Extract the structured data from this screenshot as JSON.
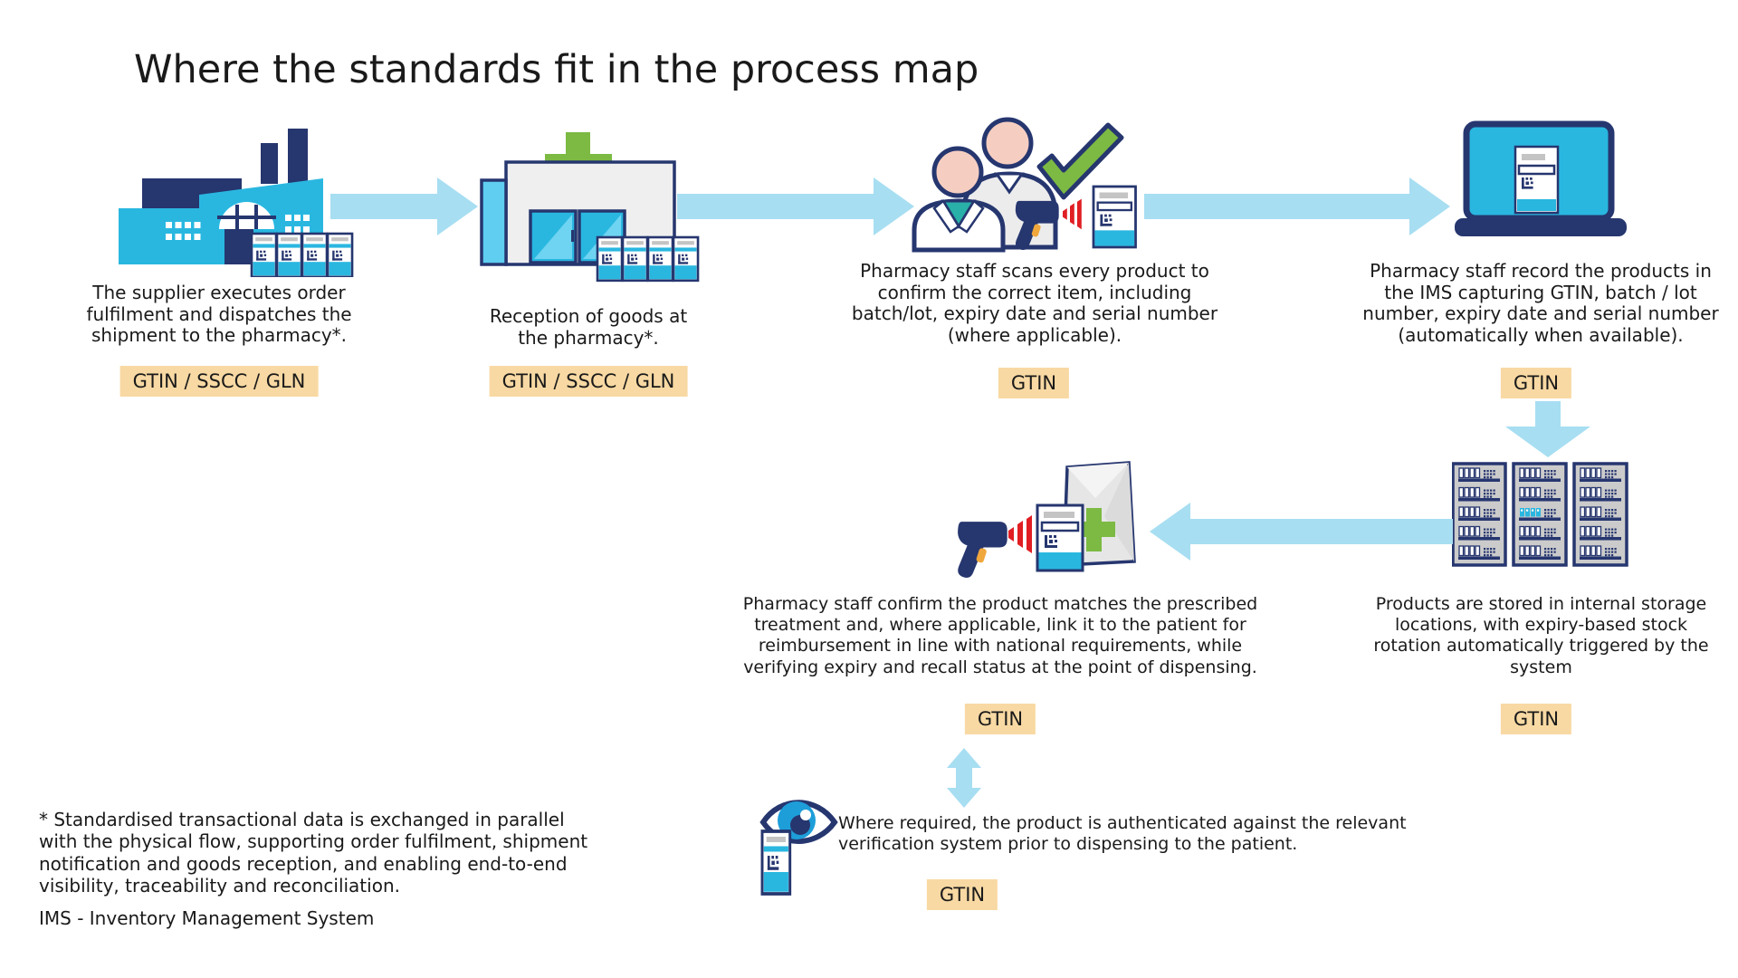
{
  "title": "Where the standards fit in the process map",
  "steps": {
    "supplier": {
      "text": "The supplier executes order fulfilment and dispatches the shipment to the pharmacy*.",
      "badge": "GTIN / SSCC / GLN"
    },
    "reception": {
      "text": "Reception of goods at the pharmacy*.",
      "badge": "GTIN / SSCC / GLN"
    },
    "scan": {
      "text": "Pharmacy staff scans every product to confirm the correct item, including batch/lot, expiry date and serial number (where applicable).",
      "badge": "GTIN"
    },
    "record": {
      "text": "Pharmacy staff record the products in the IMS capturing GTIN, batch / lot number, expiry date and serial number (automatically when available).",
      "badge": "GTIN"
    },
    "storage": {
      "text": "Products are stored in internal storage locations, with expiry-based stock rotation automatically triggered by the system",
      "badge": "GTIN"
    },
    "dispense": {
      "text": "Pharmacy staff confirm the product matches the prescribed treatment and, where applicable, link it to the patient for reimbursement in line with national requirements, while verifying expiry and recall status at the point of dispensing.",
      "badge": "GTIN"
    },
    "verify": {
      "text": "Where required, the product is authenticated against the relevant verification system prior to dispensing to the patient.",
      "badge": "GTIN"
    }
  },
  "notes": {
    "footnote": "* Standardised transactional data is exchanged in parallel with the physical flow, supporting order fulfilment, shipment notification and goods reception, and enabling end-to-end visibility, traceability and reconciliation.",
    "ims": "IMS - Inventory Management System"
  },
  "icons": {
    "factory": "supplier-factory",
    "pharmacy": "pharmacy-building-with-green-cross",
    "scan": "two-pharmacy-staff-with-barcode-scanner-and-checkmark",
    "record": "laptop-showing-product-pack",
    "storage": "three-storage-shelving-units",
    "dispense": "barcode-scanner-product-pack-and-pharmacy-bag",
    "verify": "eye-over-product-pack"
  },
  "colors": {
    "cyan": "#29B7E0",
    "navy": "#26366F",
    "arrow": "#A7DEF2",
    "green": "#7CBA43",
    "badge": "#F8D9A3",
    "skin": "#F6CEC1",
    "teal": "#29B0A8",
    "red": "#E01E23"
  }
}
